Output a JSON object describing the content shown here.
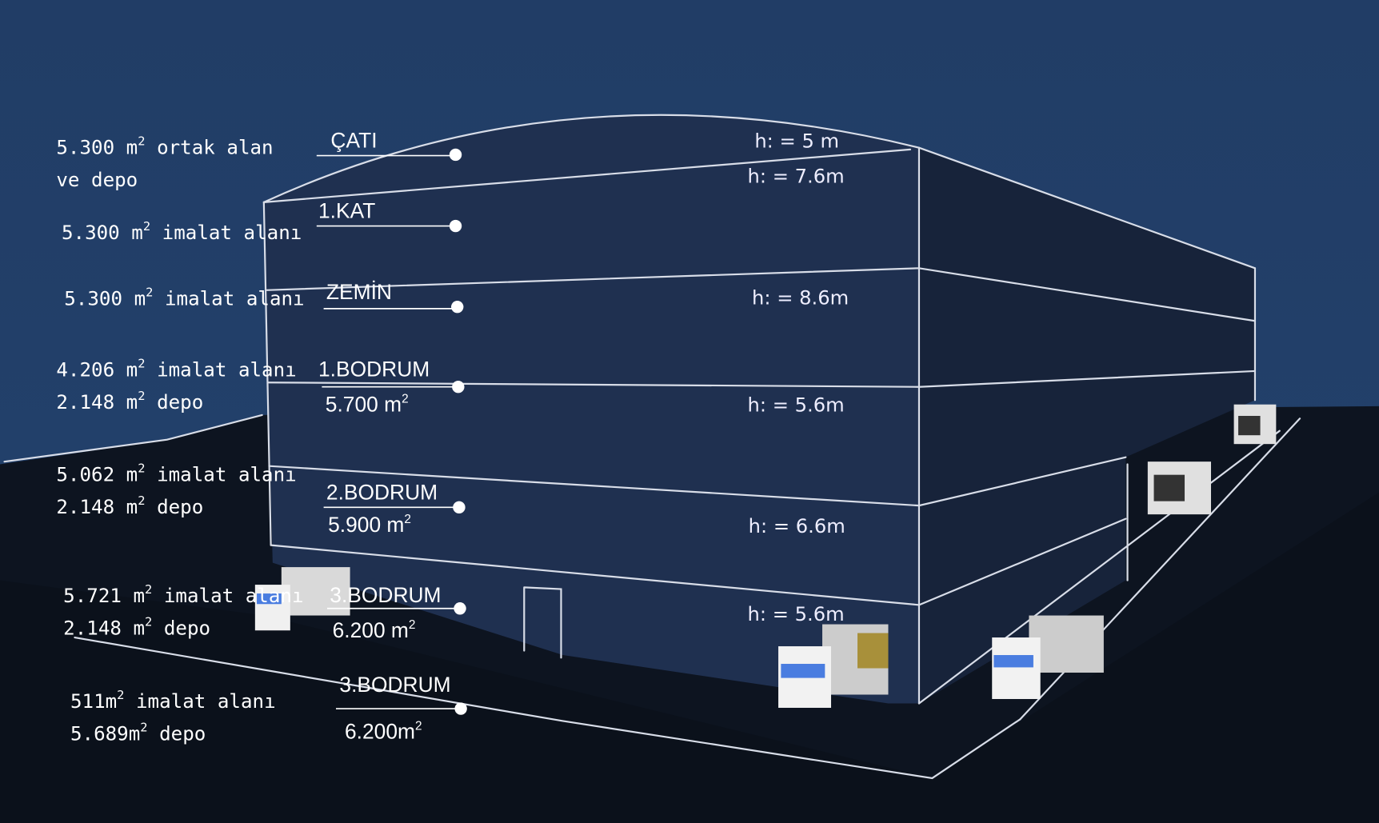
{
  "colors": {
    "sky": "#22406a",
    "ground": "#0d1420",
    "front": "#1f3050",
    "side": "#17233a",
    "line": "#d8dde8"
  },
  "areas": [
    {
      "line1": "5.300 m",
      "sup1": "2",
      "rest1": " ortak alan",
      "line2": "ve depo",
      "sup2": "",
      "rest2": ""
    },
    {
      "line1": "5.300 m",
      "sup1": "2",
      "rest1": " imalat alanı",
      "line2": "",
      "sup2": "",
      "rest2": ""
    },
    {
      "line1": "5.300 m",
      "sup1": "2",
      "rest1": " imalat alanı",
      "line2": "",
      "sup2": "",
      "rest2": ""
    },
    {
      "line1": "4.206 m",
      "sup1": "2",
      "rest1": " imalat alanı",
      "line2": "2.148 m",
      "sup2": "2",
      "rest2": " depo"
    },
    {
      "line1": "5.062 m",
      "sup1": "2",
      "rest1": " imalat alanı",
      "line2": "2.148 m",
      "sup2": "2",
      "rest2": " depo"
    },
    {
      "line1": "5.721 m",
      "sup1": "2",
      "rest1": " imalat alanı",
      "line2": "2.148 m",
      "sup2": "2",
      "rest2": " depo"
    },
    {
      "line1": "511m",
      "sup1": "2",
      "rest1": " imalat alanı",
      "line2": "5.689m",
      "sup2": "2",
      "rest2": " depo"
    }
  ],
  "floors": [
    {
      "name": "ÇATI",
      "area": "",
      "sup": ""
    },
    {
      "name": "1.KAT",
      "area": "",
      "sup": ""
    },
    {
      "name": "ZEMİN",
      "area": "",
      "sup": ""
    },
    {
      "name": "1.BODRUM",
      "area": "5.700 m",
      "sup": "2"
    },
    {
      "name": "2.BODRUM",
      "area": "5.900 m",
      "sup": "2"
    },
    {
      "name": "3.BODRUM",
      "area": "6.200 m",
      "sup": "2"
    },
    {
      "name": "3.BODRUM",
      "area": "6.200m",
      "sup": "2"
    }
  ],
  "heights": [
    "h: = 5 m",
    "h: = 7.6m",
    "h: = 8.6m",
    "h: = 5.6m",
    "h: = 6.6m",
    "h: = 5.6m"
  ]
}
